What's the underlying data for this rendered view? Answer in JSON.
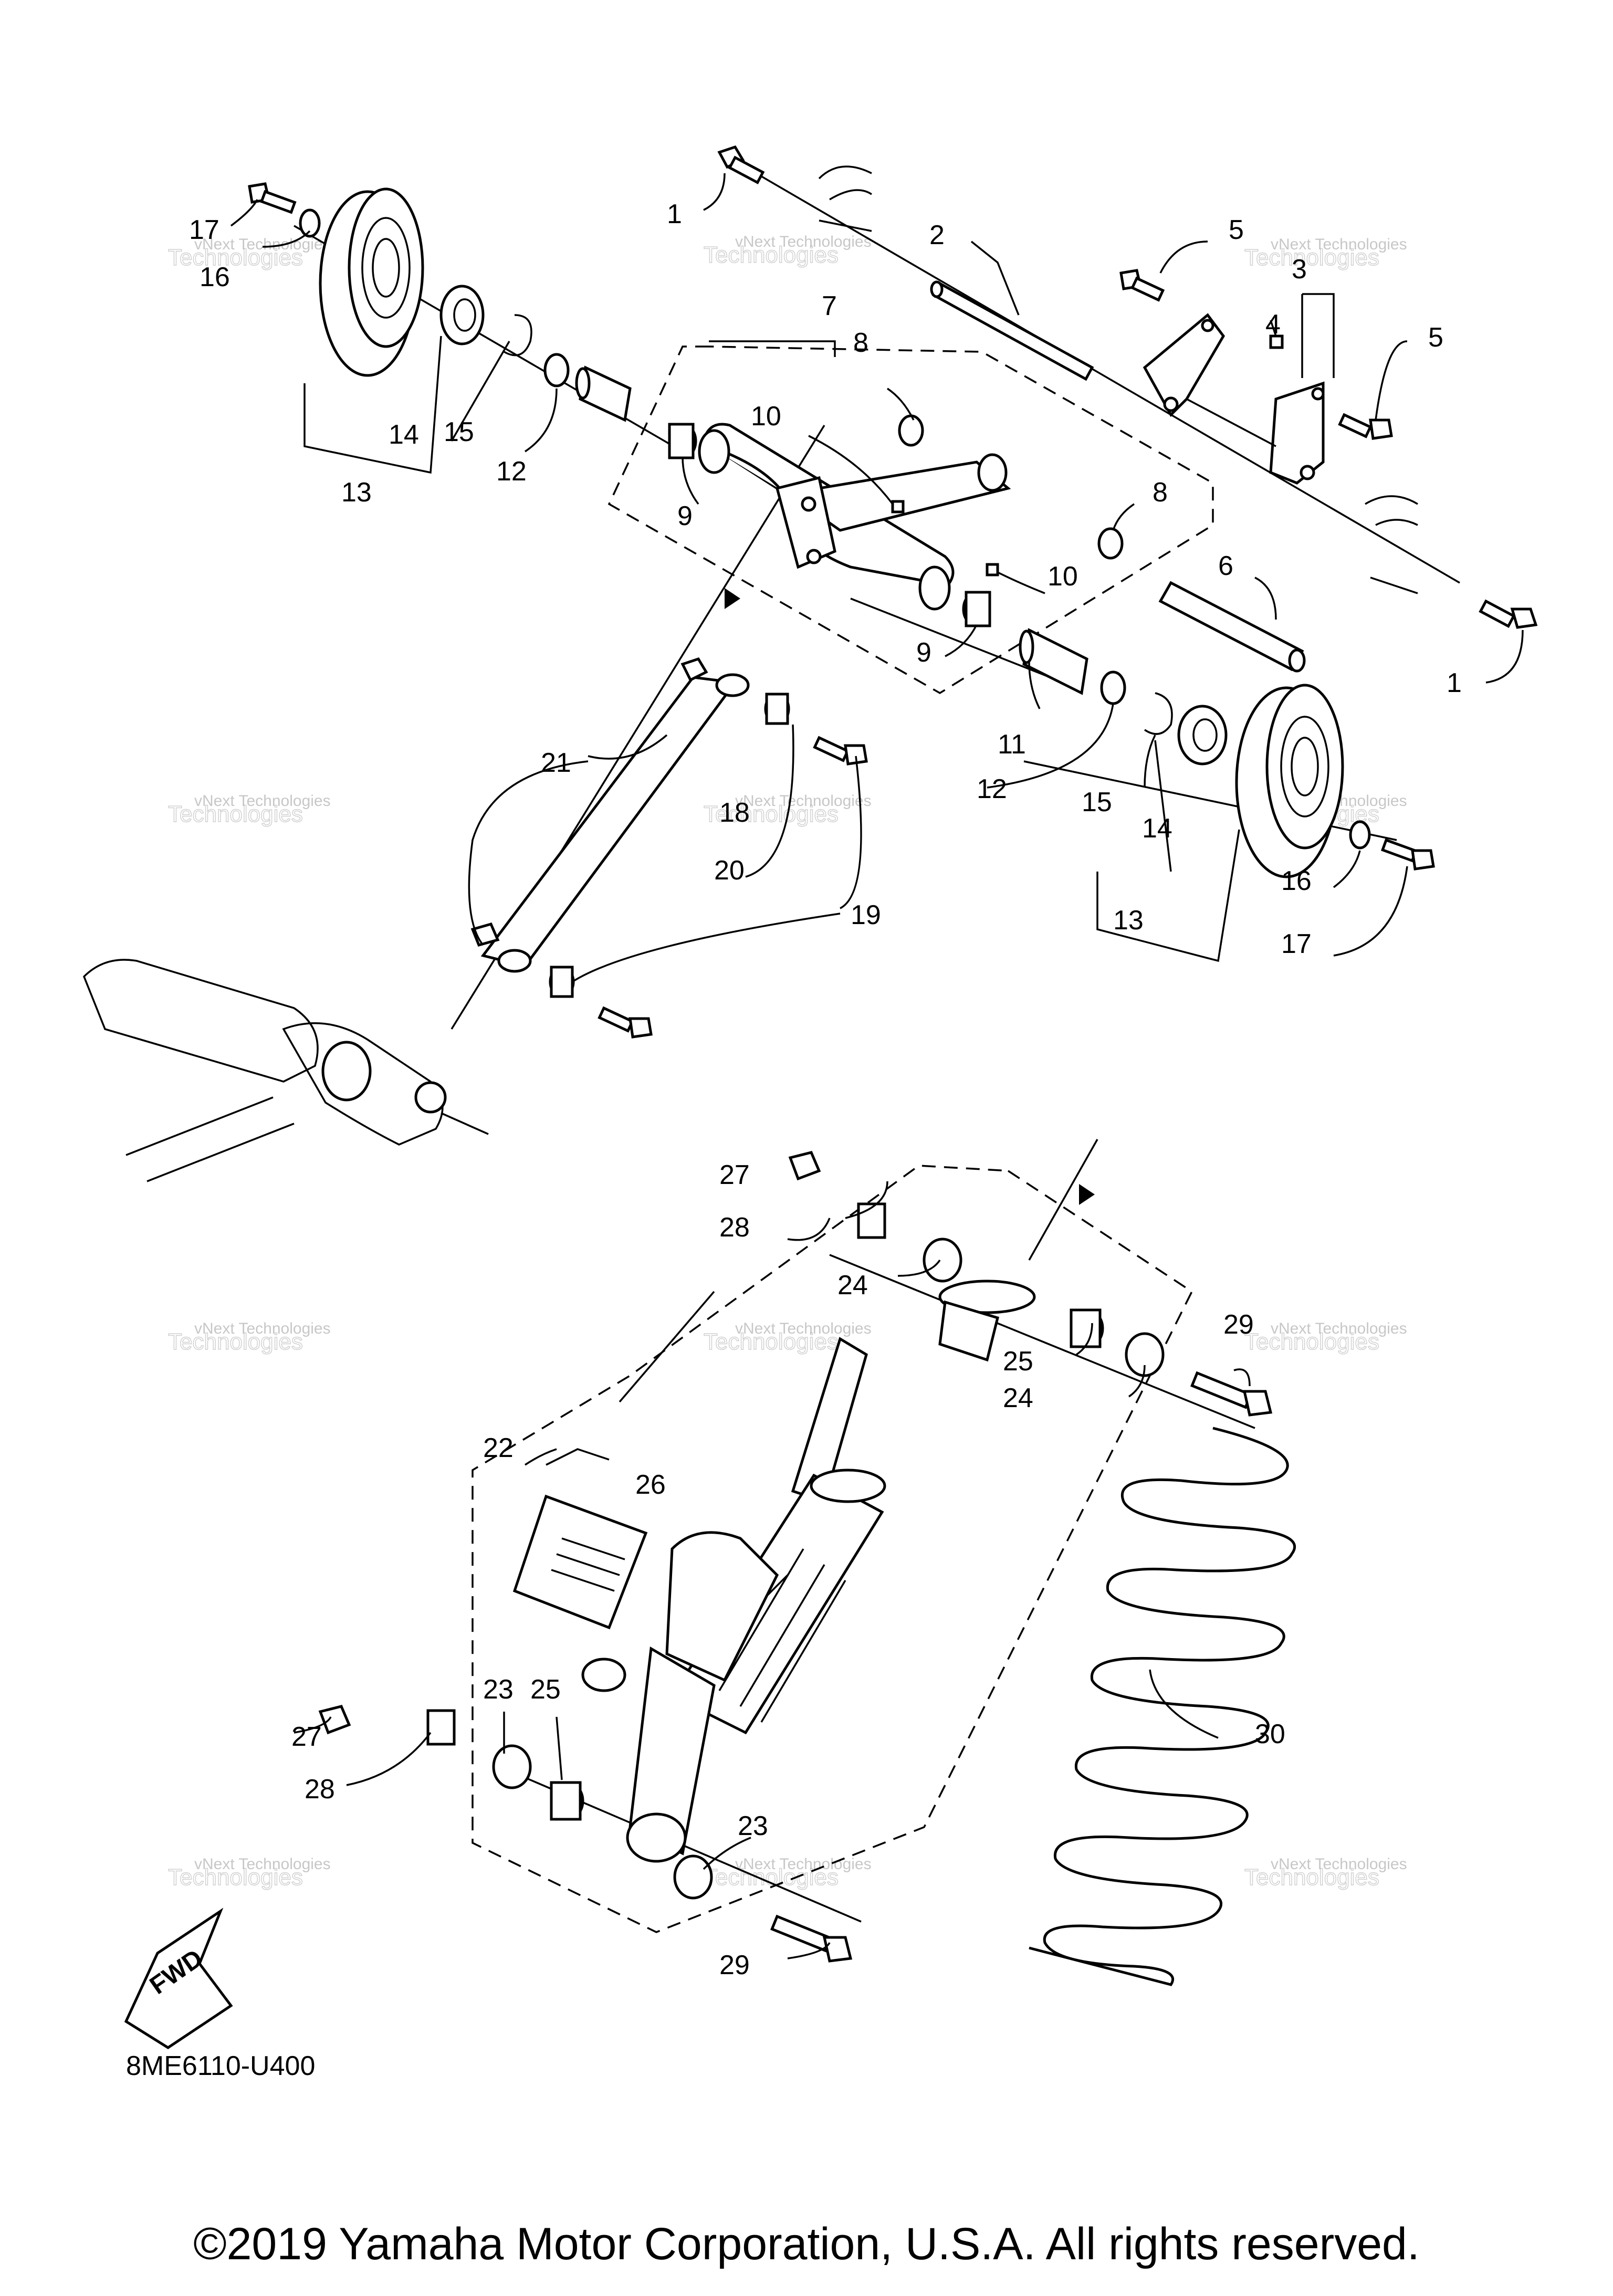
{
  "diagram_code": "8ME6110-U400",
  "copyright": "©2019 Yamaha Motor Corporation, U.S.A. All rights reserved.",
  "fwd_label": "FWD",
  "watermark": {
    "line1": "vNext Technologies",
    "line2": "Technologies"
  },
  "callouts": [
    {
      "id": "c1a",
      "label": "1"
    },
    {
      "id": "c1b",
      "label": "1"
    },
    {
      "id": "c2",
      "label": "2"
    },
    {
      "id": "c3",
      "label": "3"
    },
    {
      "id": "c4",
      "label": "4"
    },
    {
      "id": "c5a",
      "label": "5"
    },
    {
      "id": "c5b",
      "label": "5"
    },
    {
      "id": "c6",
      "label": "6"
    },
    {
      "id": "c7",
      "label": "7"
    },
    {
      "id": "c8a",
      "label": "8"
    },
    {
      "id": "c8b",
      "label": "8"
    },
    {
      "id": "c9a",
      "label": "9"
    },
    {
      "id": "c9b",
      "label": "9"
    },
    {
      "id": "c10a",
      "label": "10"
    },
    {
      "id": "c10b",
      "label": "10"
    },
    {
      "id": "c11",
      "label": "11"
    },
    {
      "id": "c12a",
      "label": "12"
    },
    {
      "id": "c12b",
      "label": "12"
    },
    {
      "id": "c13a",
      "label": "13"
    },
    {
      "id": "c13b",
      "label": "13"
    },
    {
      "id": "c14a",
      "label": "14"
    },
    {
      "id": "c14b",
      "label": "14"
    },
    {
      "id": "c15a",
      "label": "15"
    },
    {
      "id": "c15b",
      "label": "15"
    },
    {
      "id": "c16a",
      "label": "16"
    },
    {
      "id": "c16b",
      "label": "16"
    },
    {
      "id": "c17a",
      "label": "17"
    },
    {
      "id": "c17b",
      "label": "17"
    },
    {
      "id": "c18",
      "label": "18"
    },
    {
      "id": "c19",
      "label": "19"
    },
    {
      "id": "c20",
      "label": "20"
    },
    {
      "id": "c21",
      "label": "21"
    },
    {
      "id": "c22",
      "label": "22"
    },
    {
      "id": "c23a",
      "label": "23"
    },
    {
      "id": "c23b",
      "label": "23"
    },
    {
      "id": "c24a",
      "label": "24"
    },
    {
      "id": "c24b",
      "label": "24"
    },
    {
      "id": "c25a",
      "label": "25"
    },
    {
      "id": "c25b",
      "label": "25"
    },
    {
      "id": "c26",
      "label": "26"
    },
    {
      "id": "c27a",
      "label": "27"
    },
    {
      "id": "c27b",
      "label": "27"
    },
    {
      "id": "c28a",
      "label": "28"
    },
    {
      "id": "c28b",
      "label": "28"
    },
    {
      "id": "c29a",
      "label": "29"
    },
    {
      "id": "c29b",
      "label": "29"
    },
    {
      "id": "c30",
      "label": "30"
    }
  ]
}
